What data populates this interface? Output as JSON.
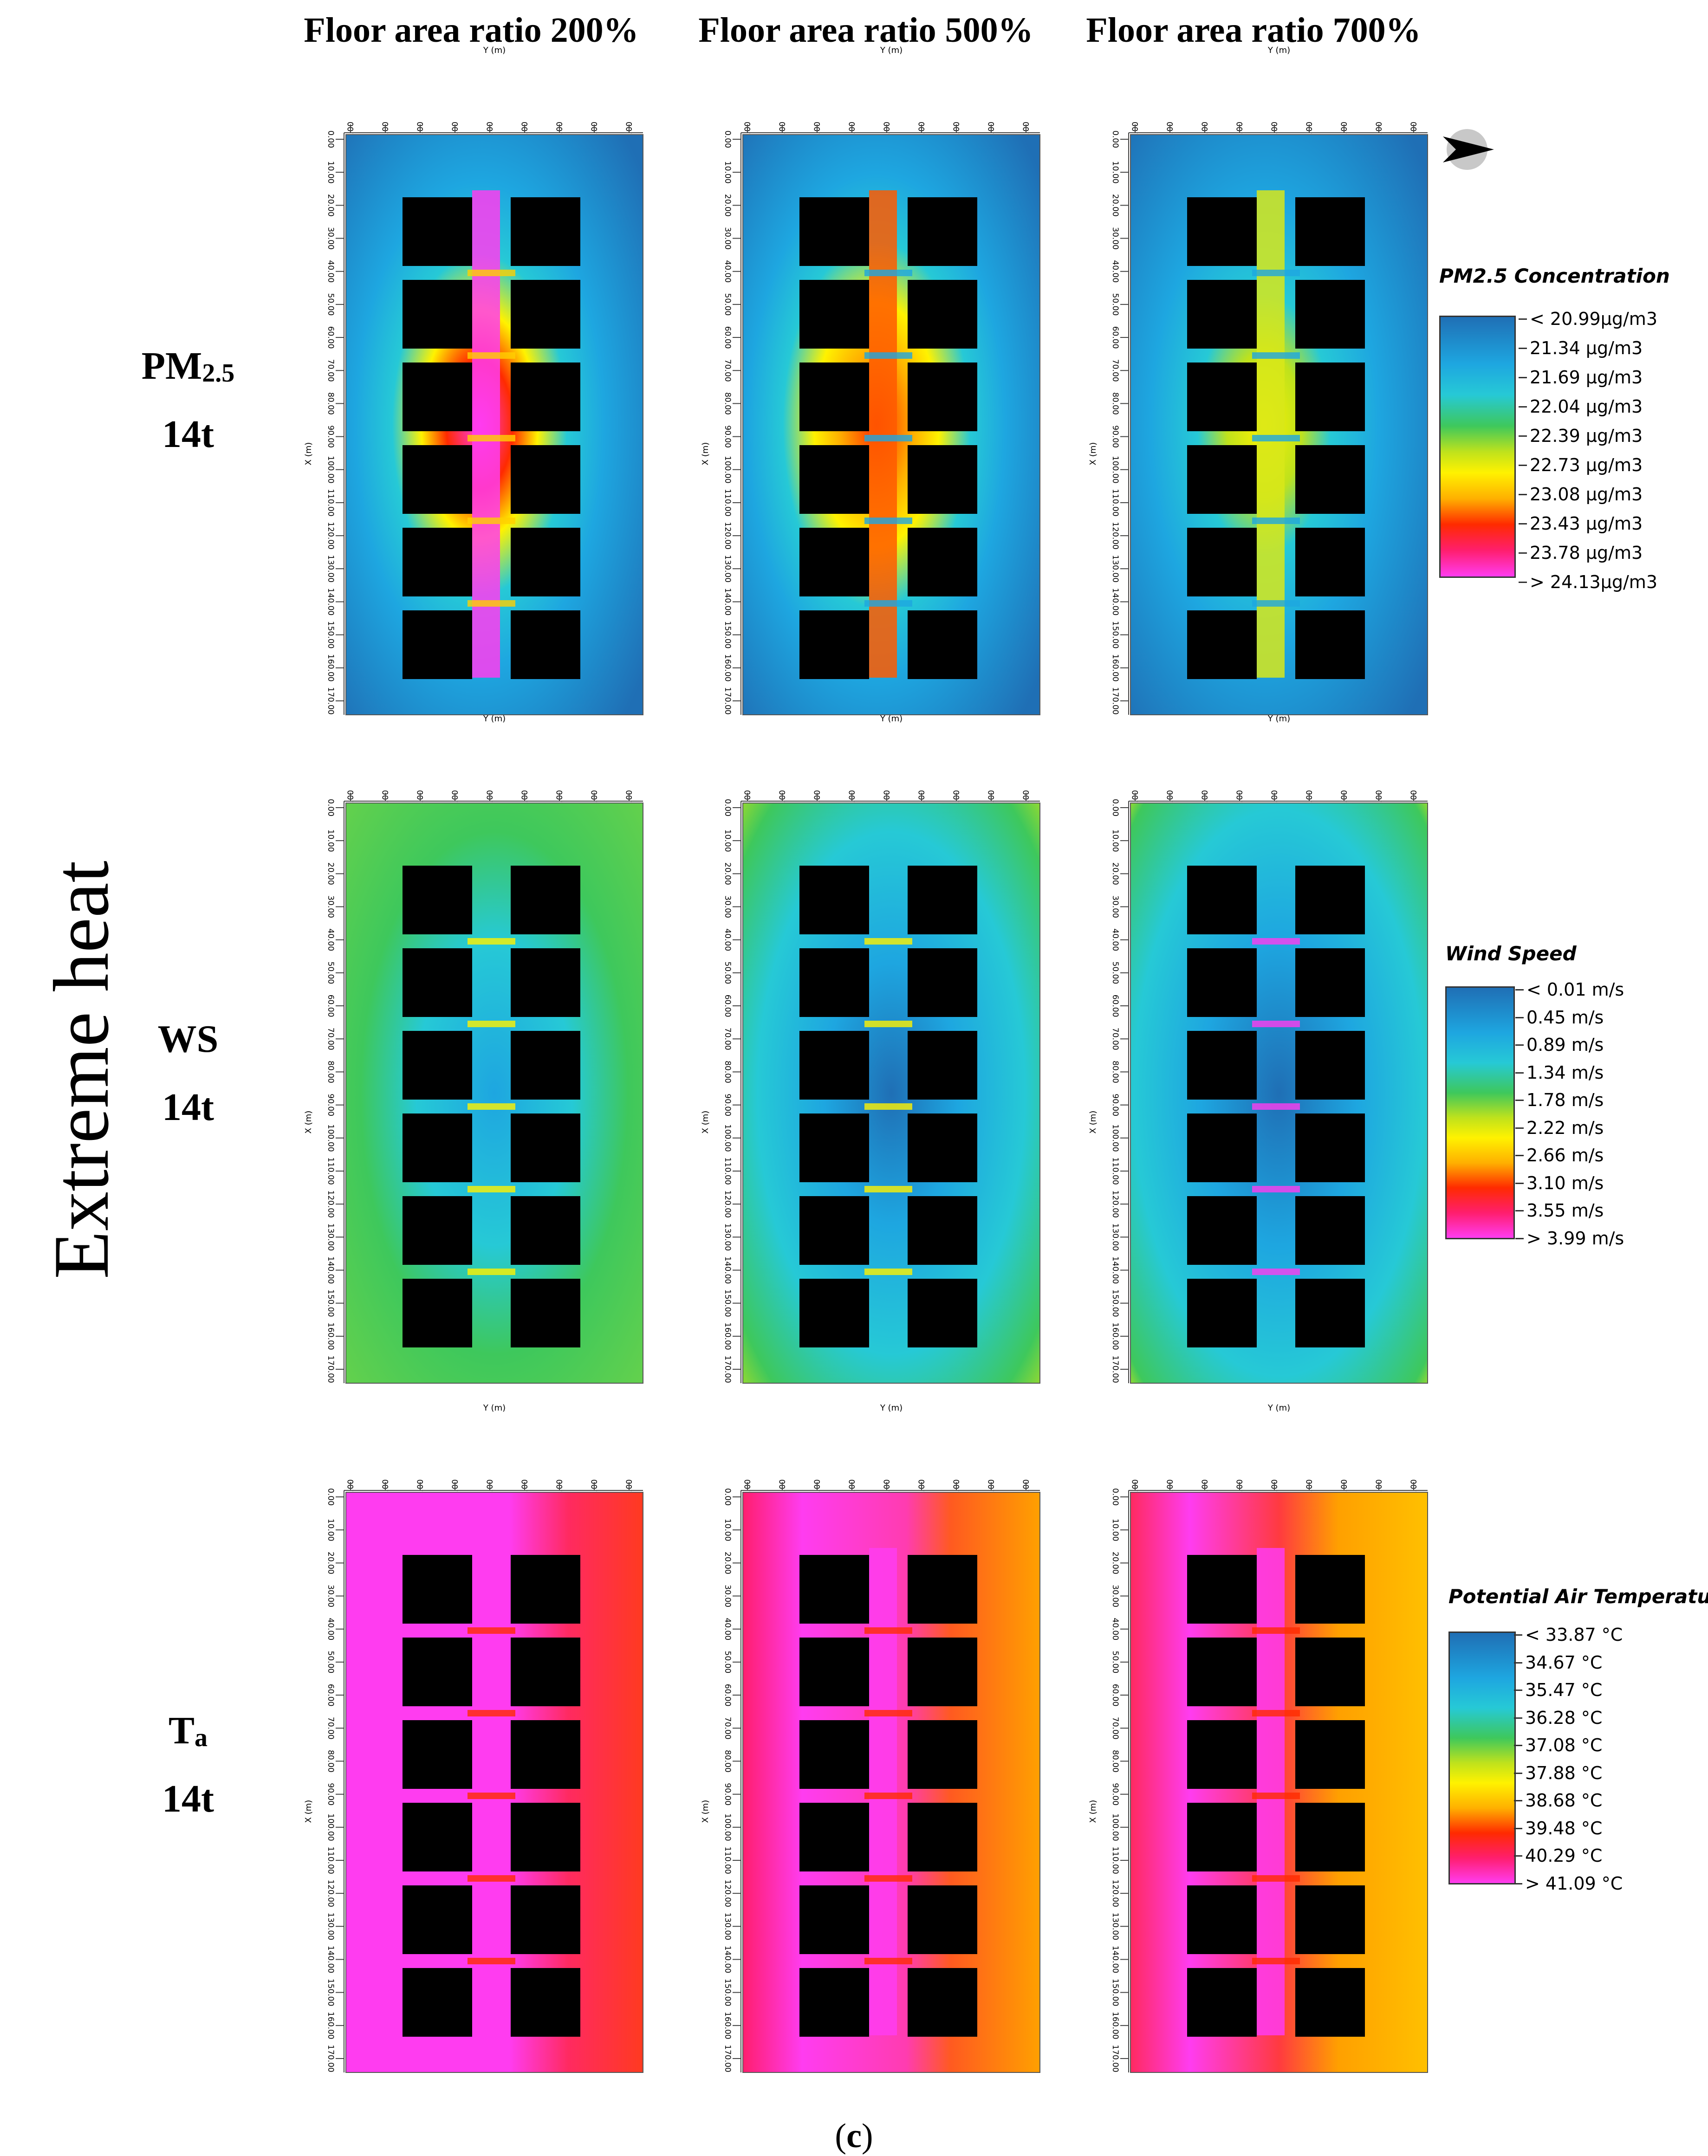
{
  "columns": [
    "Floor area ratio 200%",
    "Floor area ratio 500%",
    "Floor area ratio 700%"
  ],
  "rows": [
    {
      "main": "PM",
      "sub": "2.5",
      "time": "14t"
    },
    {
      "main": "WS",
      "sub": "",
      "time": "14t"
    },
    {
      "main": "T",
      "sub": "a",
      "time": "14t"
    }
  ],
  "vertical_title": "Extreme heat",
  "caption": {
    "open": "(",
    "letter": "c",
    "close": ")"
  },
  "axis": {
    "y_label": "Y (m)",
    "x_label": "X (m)",
    "y_ticks": [
      "0.00",
      "10.00",
      "20.00",
      "30.00",
      "40.00",
      "50.00",
      "60.00",
      "70.00",
      "80.00"
    ],
    "x_ticks": [
      "0.00",
      "10.00",
      "20.00",
      "30.00",
      "40.00",
      "50.00",
      "60.00",
      "70.00",
      "80.00",
      "90.00",
      "100.00",
      "110.00",
      "120.00",
      "130.00",
      "140.00",
      "150.00",
      "160.00",
      "170.00"
    ]
  },
  "legends": [
    {
      "title": "PM2.5 Concentration",
      "labels": [
        "< 20.99µg/m3",
        "21.34 µg/m3",
        "21.69 µg/m3",
        "22.04 µg/m3",
        "22.39 µg/m3",
        "22.73 µg/m3",
        "23.08 µg/m3",
        "23.43 µg/m3",
        "23.78 µg/m3",
        "> 24.13µg/m3"
      ]
    },
    {
      "title": "Wind Speed",
      "labels": [
        "< 0.01 m/s",
        "0.45  m/s",
        "0.89  m/s",
        "1.34  m/s",
        "1.78  m/s",
        "2.22  m/s",
        "2.66  m/s",
        "3.10  m/s",
        "3.55  m/s",
        "> 3.99 m/s"
      ]
    },
    {
      "title": "Potential Air Temperature",
      "labels": [
        "< 33.87 °C",
        "34.67  °C",
        "35.47  °C",
        "36.28  °C",
        "37.08  °C",
        "37.88  °C",
        "38.68  °C",
        "39.48  °C",
        "40.29  °C",
        "> 41.09 °C"
      ]
    }
  ],
  "colors": {
    "scale": [
      "#1f6fb5",
      "#1ea6e0",
      "#26c9d6",
      "#3ec85c",
      "#bfe21c",
      "#fff200",
      "#ffb000",
      "#ff2a00",
      "#ff1e6e",
      "#ff3cf0"
    ],
    "building": "#000000"
  },
  "compass_icon": "north-arrow-icon"
}
